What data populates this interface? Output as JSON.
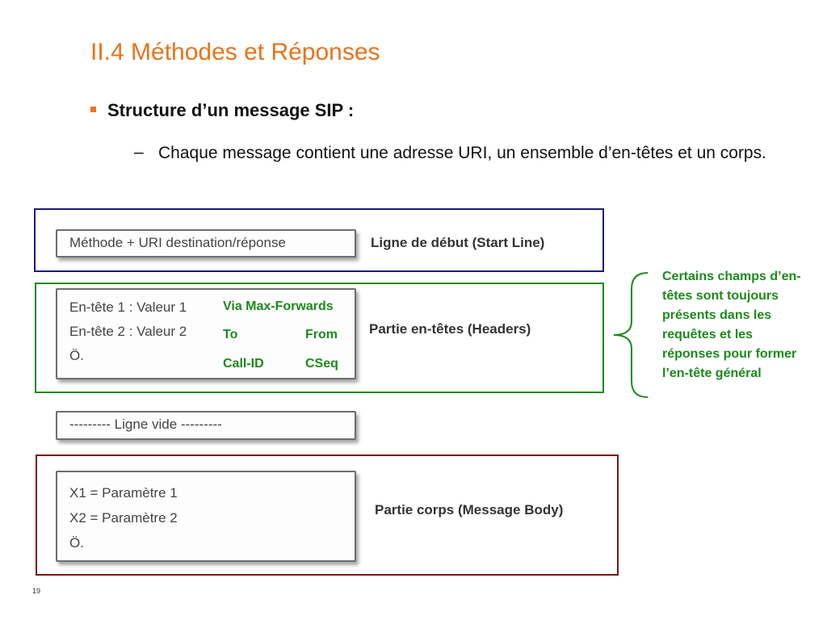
{
  "title": "II.4 Méthodes et Réponses",
  "bullet": "Structure d’un message SIP :",
  "sub_bullet": {
    "dash": "–",
    "text": "Chaque message contient une adresse URI, un ensemble d’en-têtes et un corps."
  },
  "sections": {
    "start_line": {
      "box_text": "Méthode + URI destination/réponse",
      "label": "Ligne de début (Start Line)"
    },
    "headers": {
      "lines": [
        "En-tête 1 : Valeur 1",
        "En-tête 2 : Valeur 2",
        "Ö."
      ],
      "label": "Partie en-têtes (Headers)",
      "general_fields": {
        "row1": "Via  Max-Forwards",
        "to": "To",
        "from": "From",
        "call_id": "Call-ID",
        "cseq": "CSeq"
      }
    },
    "empty_line": {
      "box_text": "---------  Ligne vide  ---------"
    },
    "body": {
      "lines": [
        "X1 = Paramètre 1",
        "X2 = Paramètre 2",
        "Ö."
      ],
      "label": "Partie corps (Message Body)"
    }
  },
  "note": "Certains champs d’en-têtes sont toujours présents dans les requêtes et les réponses pour former l’en-tête général",
  "page_number": "19",
  "colors": {
    "title": "#e8731c",
    "start_border": "#1c1c78",
    "headers_border": "#1b8a1b",
    "body_border": "#7a1414",
    "note": "#1b8a1b"
  }
}
